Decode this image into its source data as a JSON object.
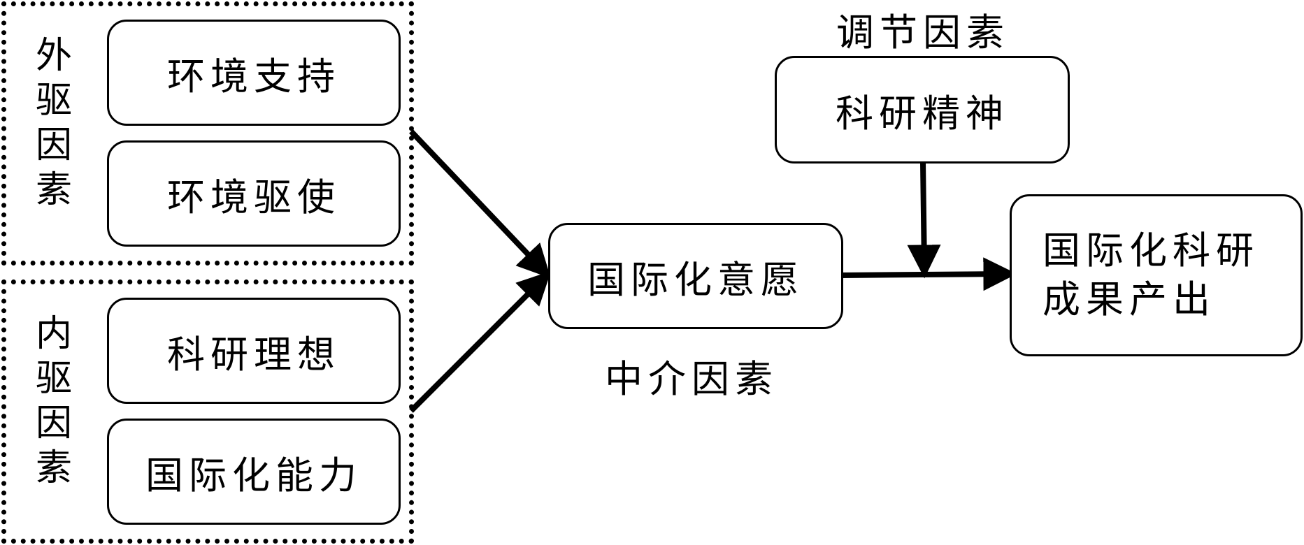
{
  "external_group": {
    "label": "外驱因素",
    "items": [
      "环境支持",
      "环境驱使"
    ]
  },
  "internal_group": {
    "label": "内驱因素",
    "items": [
      "科研理想",
      "国际化能力"
    ]
  },
  "mediator": {
    "box": "国际化意愿",
    "caption": "中介因素"
  },
  "moderator": {
    "caption": "调节因素",
    "box": "科研精神"
  },
  "outcome": {
    "box": "国际化科研成果产出"
  }
}
